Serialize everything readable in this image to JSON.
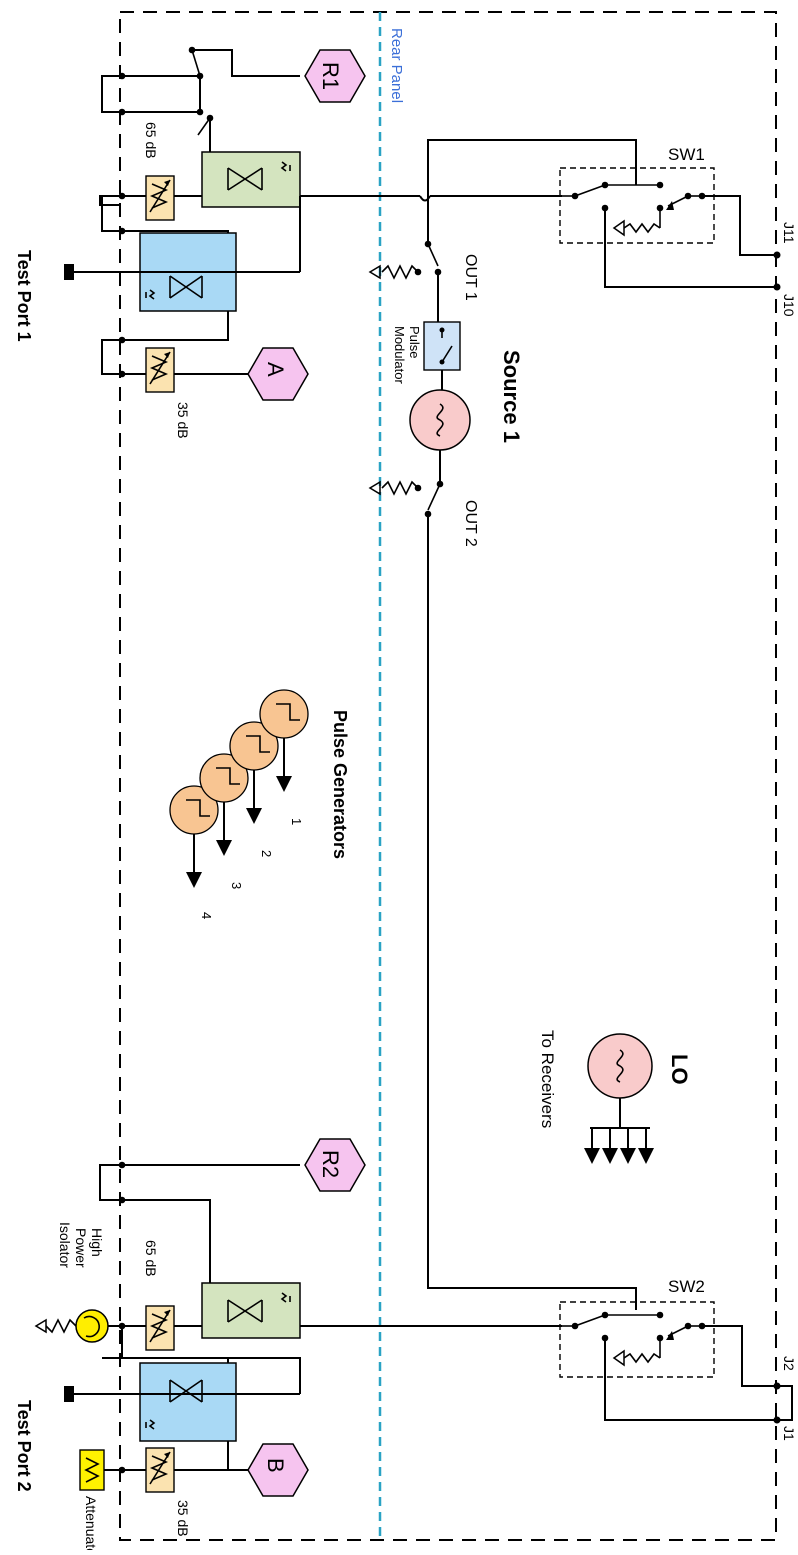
{
  "labels": {
    "rear_panel": "Rear Panel",
    "sw1": "SW1",
    "sw2": "SW2",
    "j11": "J11",
    "j10": "J10",
    "j2": "J2",
    "j1": "J1",
    "out1": "OUT 1",
    "out2": "OUT 2",
    "pulse_modulator_line1": "Pulse",
    "pulse_modulator_line2": "Modulator",
    "source1": "Source 1",
    "pulse_generators": "Pulse Generators",
    "lo": "LO",
    "to_receivers": "To Receivers",
    "r1": "R1",
    "r2": "R2",
    "a": "A",
    "b": "B",
    "att_65_top": "65 dB",
    "att_35_top": "35 dB",
    "att_65_bottom": "65 dB",
    "att_35_bottom": "35 dB",
    "test_port_1": "Test Port 1",
    "test_port_2": "Test Port 2",
    "isolator_line1": "High",
    "isolator_line2": "Power",
    "isolator_line3": "Isolator",
    "attenuator": "Attenuator",
    "pg1": "1",
    "pg2": "2",
    "pg3": "3",
    "pg4": "4"
  },
  "colors": {
    "rear_panel_line": "#2aa3c4",
    "rear_panel_text": "#3b6fd8",
    "receiver_fill": "#f6c4ef",
    "coupler_green": "#d4e4bf",
    "coupler_blue": "#a9d9f5",
    "attenuator_fill": "#fbe3b0",
    "source_fill": "#f9cbcb",
    "pulse_gen_fill": "#f8c592",
    "modulator_fill": "#cfe3f7",
    "isolator_fill": "#ffee00",
    "fixed_att_fill": "#fff200"
  }
}
